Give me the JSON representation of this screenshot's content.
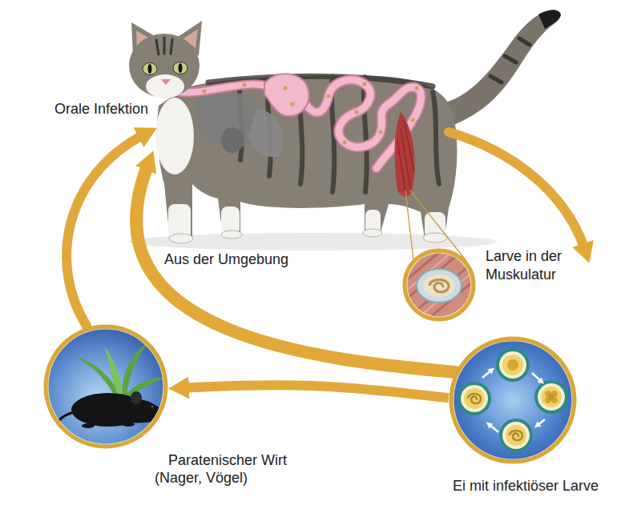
{
  "diagram": {
    "nodes": [
      {
        "text": [
          "Larve in der Muskulatur"
        ]
      },
      {
        "text": [
          "Paratenischer Wirt (Nager, Vögel)"
        ]
      },
      {
        "text": [
          "Ei mit infektiöser Larve"
        ]
      }
    ],
    "edges": [
      {
        "from": 2,
        "to": 1,
        "arrow": "to"
      }
    ],
    "labels": [
      "Orale Infektion",
      "Aus der Umgebung"
    ]
  }
}
